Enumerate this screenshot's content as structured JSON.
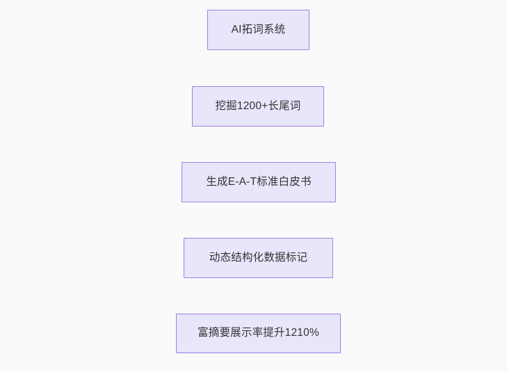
{
  "diagram": {
    "type": "flowchart",
    "direction": "top-to-bottom",
    "background_color": "#fafafa",
    "node_fill_color": "#e8e6fb",
    "node_border_color": "#9f7fe0",
    "node_text_color": "#333333",
    "edge_color": "#888888",
    "nodes": [
      {
        "id": "n1",
        "label": "AI拓词系统"
      },
      {
        "id": "n2",
        "label": "挖掘1200+长尾词"
      },
      {
        "id": "n3",
        "label": "生成E-A-T标准白皮书"
      },
      {
        "id": "n4",
        "label": "动态结构化数据标记"
      },
      {
        "id": "n5",
        "label": "富摘要展示率提升1210%"
      }
    ],
    "edges": [
      {
        "from": "n1",
        "to": "n2",
        "label": ""
      },
      {
        "from": "n2",
        "to": "n3",
        "label": ""
      },
      {
        "from": "n3",
        "to": "n4",
        "label": ""
      },
      {
        "from": "n4",
        "to": "n5",
        "label": ""
      }
    ]
  }
}
